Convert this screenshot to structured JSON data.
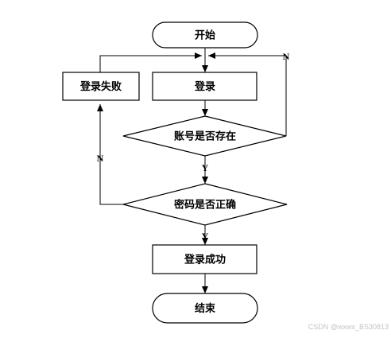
{
  "nodes": {
    "start": "开始",
    "login": "登录",
    "login_failed": "登录失败",
    "account_exists": "账号是否存在",
    "password_correct": "密码是否正确",
    "login_success": "登录成功",
    "end": "结束"
  },
  "edge_labels": {
    "account_no": "N",
    "account_yes": "Y",
    "password_no": "N",
    "password_yes": "Y"
  },
  "watermark": "CSDN @wxwx_BS30813"
}
